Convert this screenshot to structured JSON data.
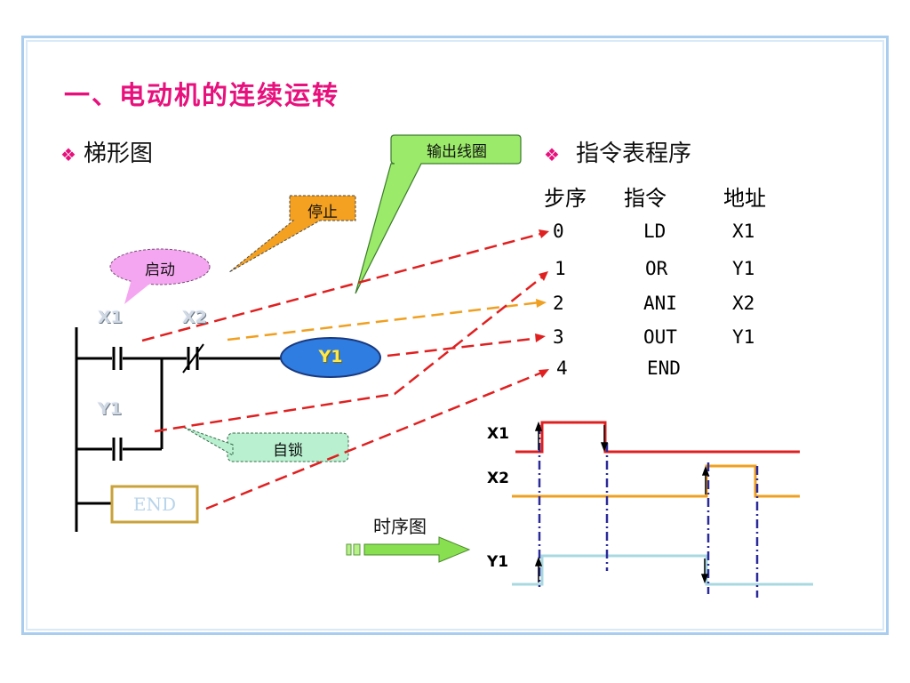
{
  "title": "一、电动机的连续运转",
  "ladder_heading": "梯形图",
  "instr_heading": "指令表程序",
  "callouts": {
    "output_coil": "输出线圈",
    "stop": "停止",
    "start": "启动",
    "self_lock": "自锁",
    "timing": "时序图"
  },
  "ladder": {
    "contact_x1": "X1",
    "contact_x2": "X2",
    "coil_y1": "Y1",
    "contact_y1": "Y1",
    "end_box": "END"
  },
  "instruction_table": {
    "headers": [
      "步序",
      "指令",
      "地址"
    ],
    "rows": [
      {
        "step": "0",
        "op": "LD",
        "addr": "X1"
      },
      {
        "step": "1",
        "op": "OR",
        "addr": "Y1"
      },
      {
        "step": "2",
        "op": "ANI",
        "addr": "X2"
      },
      {
        "step": "3",
        "op": "OUT",
        "addr": "Y1"
      },
      {
        "step": "4",
        "op": "END",
        "addr": ""
      }
    ]
  },
  "timing": {
    "signals": [
      "X1",
      "X2",
      "Y1"
    ]
  },
  "colors": {
    "title": "#e8107c",
    "dash_red": "#e02020",
    "dash_orange": "#f0a020",
    "coil_fill": "#2f7de0",
    "wave_x1": "#e02020",
    "wave_x2": "#f0a020",
    "wave_y1": "#a8d8e0"
  }
}
